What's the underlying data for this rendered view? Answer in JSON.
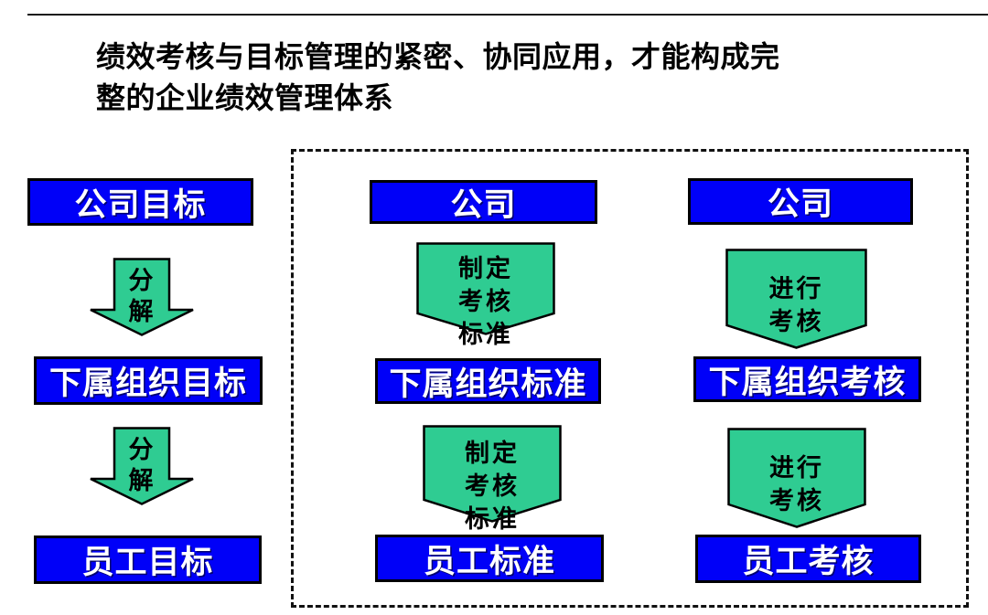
{
  "title": "绩效考核与目标管理的紧密、协同应用，才能构成完\n整的企业绩效管理体系",
  "colors": {
    "box_blue": "#0000f8",
    "arrow_green": "#2fcc92",
    "box_text": "#ffffff",
    "ink": "#000000"
  },
  "goal_column": {
    "company": "公司目标",
    "decompose_1": "分\n解",
    "sub_org": "下属组织目标",
    "decompose_2": "分\n解",
    "employee": "员工目标"
  },
  "standard_column": {
    "company": "公司",
    "set_standard_1": "制定\n考核\n标准",
    "sub_org": "下属组织标准",
    "set_standard_2": "制定\n考核\n标准",
    "employee": "员工标准"
  },
  "assess_column": {
    "company": "公司",
    "assess_1": "进行\n考核",
    "sub_org": "下属组织考核",
    "assess_2": "进行\n考核",
    "employee": "员工考核"
  }
}
